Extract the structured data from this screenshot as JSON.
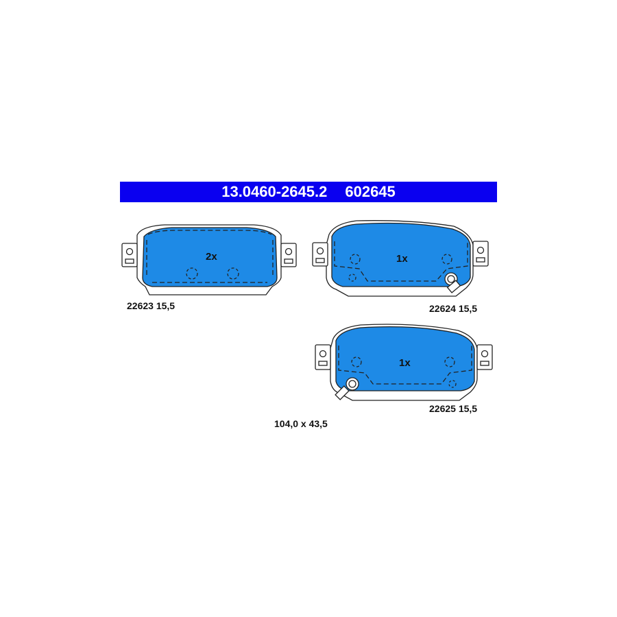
{
  "header": {
    "part_number": "13.0460-2645.2",
    "code": "602645",
    "color": "#0a00f0"
  },
  "pad_fill_color": "#1e8ae6",
  "pads": [
    {
      "count": "2x",
      "label": "22623 15,5"
    },
    {
      "count": "1x",
      "label": "22624 15,5"
    },
    {
      "count": "1x",
      "label": "22625 15,5"
    }
  ],
  "dimensions": "104,0 x 43,5"
}
